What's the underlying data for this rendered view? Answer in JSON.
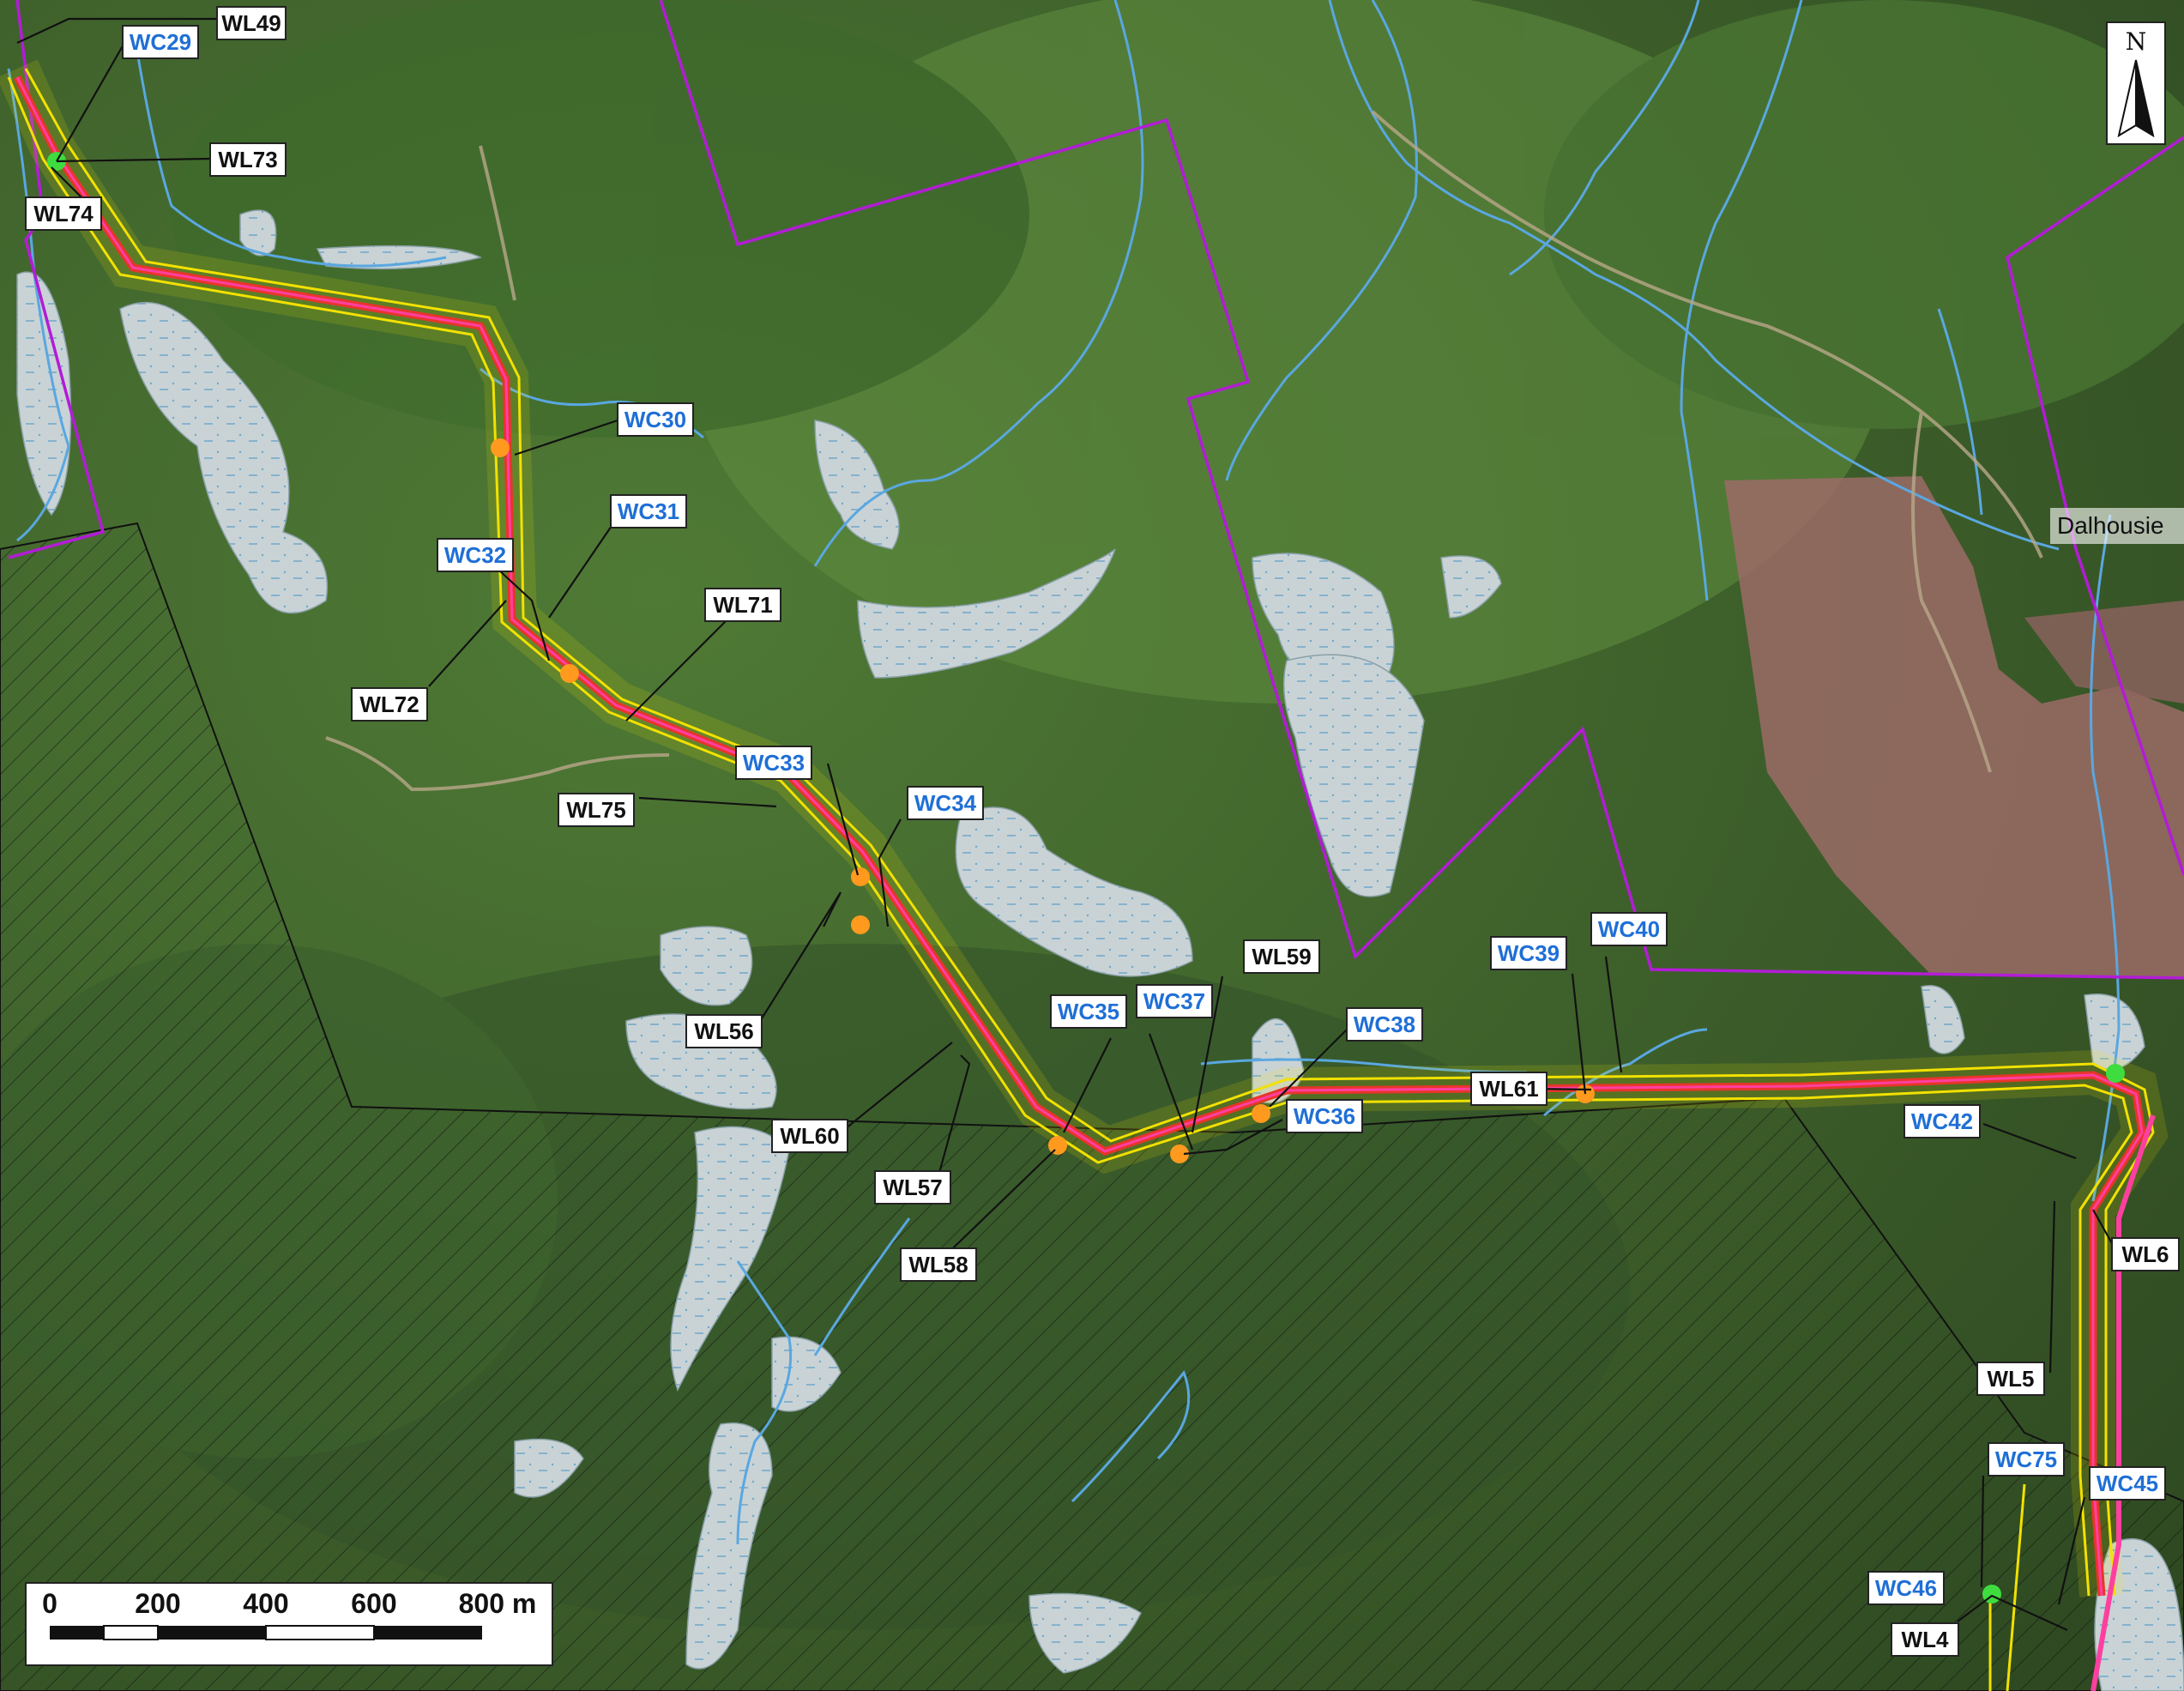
{
  "map": {
    "place_name": "Dalhousie",
    "north_arrow": {
      "letter": "N",
      "icon": "north-arrow-icon"
    },
    "scale_bar": {
      "ticks": [
        "0",
        "200",
        "400",
        "600",
        "800 m"
      ]
    },
    "labels": {
      "WC29": "WC29",
      "WL49": "WL49",
      "WL73": "WL73",
      "WL74": "WL74",
      "WC30": "WC30",
      "WC31": "WC31",
      "WC32": "WC32",
      "WL72": "WL72",
      "WL71": "WL71",
      "WC33": "WC33",
      "WC34": "WC34",
      "WL75": "WL75",
      "WL56": "WL56",
      "WL60": "WL60",
      "WL57": "WL57",
      "WL58": "WL58",
      "WC35": "WC35",
      "WC37": "WC37",
      "WL59": "WL59",
      "WC38": "WC38",
      "WC36": "WC36",
      "WL61": "WL61",
      "WC39": "WC39",
      "WC40": "WC40",
      "WC42": "WC42",
      "WL6": "WL6",
      "WL5": "WL5",
      "WC75": "WC75",
      "WC45": "WC45",
      "WC46": "WC46",
      "WL4": "WL4"
    },
    "colors": {
      "forest_dark": "#2f4a22",
      "forest_mid": "#4a7234",
      "forest_light": "#5e8a3e",
      "clearcut_pink": "#9b6b66",
      "wetland_fill": "#c9d3d6",
      "stream_blue": "#5aa7e0",
      "route_red": "#e8352b",
      "route_pink": "#ff3fa0",
      "corridor_yellow": "#f2e100",
      "boundary_purple": "#b31cd6",
      "crossing_orange": "#ff9a1f",
      "crossing_green": "#3fdc3f",
      "label_blue": "#1f6fd6"
    }
  }
}
